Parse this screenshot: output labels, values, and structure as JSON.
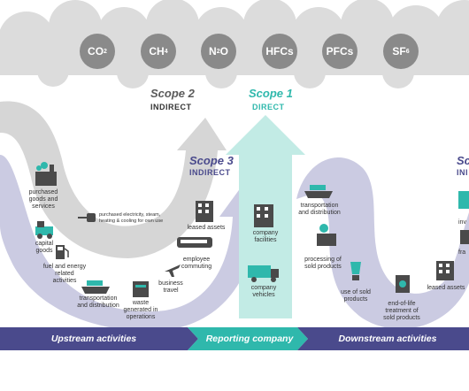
{
  "gases": [
    {
      "label": "CO",
      "sub": "2"
    },
    {
      "label": "CH",
      "sub": "4"
    },
    {
      "label": "N",
      "sub": "2",
      "suffix": "O"
    },
    {
      "label": "HFCs"
    },
    {
      "label": "PFCs"
    },
    {
      "label": "SF",
      "sub": "6"
    }
  ],
  "scopes": {
    "scope2": {
      "title": "Scope 2",
      "subtitle": "INDIRECT",
      "color": "#5a5a5a"
    },
    "scope1": {
      "title": "Scope 1",
      "subtitle": "DIRECT",
      "color": "#2fb8ac"
    },
    "scope3_left": {
      "title": "Scope 3",
      "subtitle": "INDIRECT",
      "color": "#4a4a8c"
    },
    "scope3_right": {
      "title": "Sc",
      "subtitle": "INI",
      "color": "#4a4a8c"
    }
  },
  "labels": {
    "purchased_goods": "purchased goods and services",
    "purchased_electricity": "purchased electricity, steam, heating & cooling for own use",
    "capital_goods": "capital goods",
    "fuel_energy": "fuel and energy related activities",
    "transport_up": "transportation and distribution",
    "waste": "waste generated in operations",
    "business_travel": "business travel",
    "employee_commuting": "employee commuting",
    "leased_assets_up": "leased assets",
    "company_facilities": "company facilities",
    "company_vehicles": "company vehicles",
    "transport_down": "transportation and distribution",
    "processing": "processing of sold products",
    "use_sold": "use of sold products",
    "end_of_life": "end-of-life treatment of sold products",
    "leased_assets_down": "leased assets",
    "inv_partial": "inv",
    "fra_partial": "fra"
  },
  "bar": {
    "upstream": "Upstream activities",
    "reporting": "Reporting company",
    "downstream": "Downstream activities",
    "colors": {
      "upstream": "#4a4a8c",
      "reporting": "#2fb8ac",
      "downstream": "#4a4a8c"
    }
  },
  "colors": {
    "cloud": "#d9d9d9",
    "gas": "#8a8a8a",
    "arrow_gray": "#d4d4d4",
    "arrow_purple": "#c9c9e0",
    "arrow_teal": "#c4ece7",
    "icon": "#4a4a4a",
    "teal": "#2fb8ac"
  }
}
